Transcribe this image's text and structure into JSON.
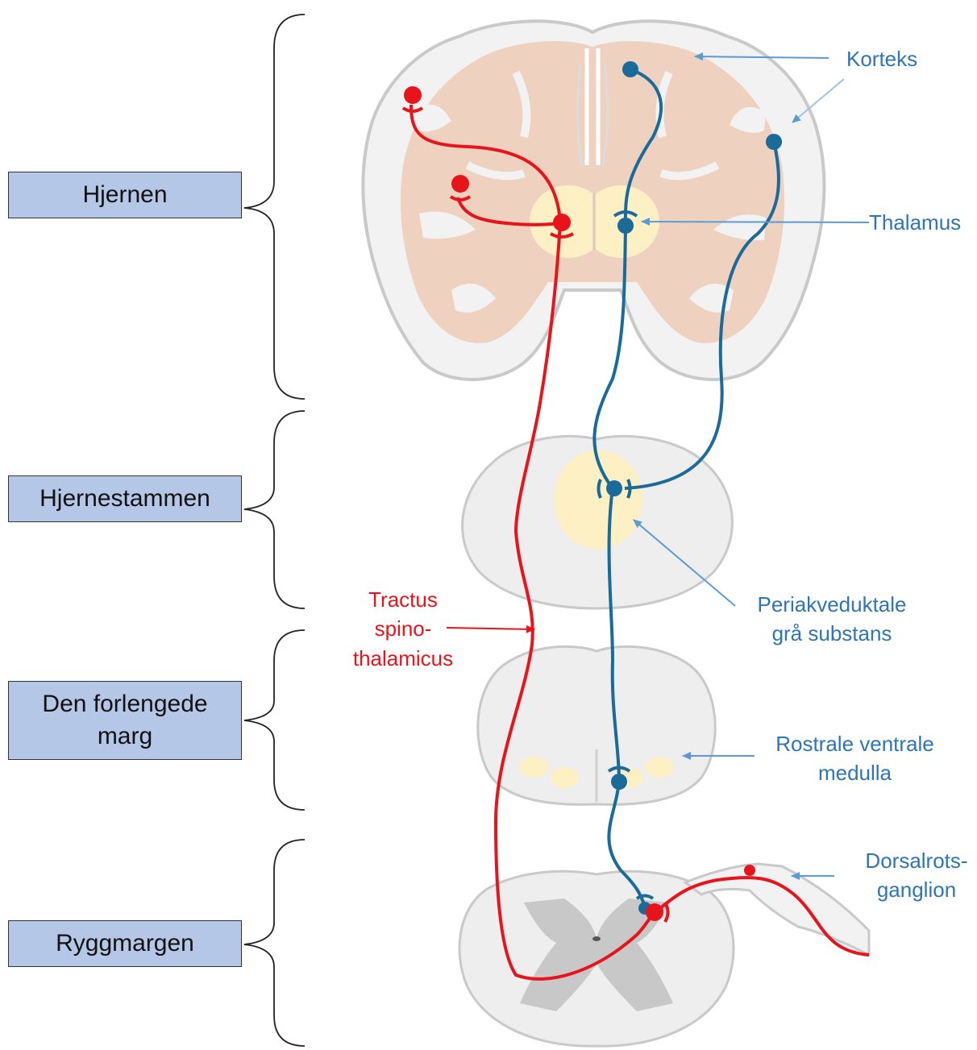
{
  "regions": {
    "brain": "Hjernen",
    "brainstem": "Hjernestammen",
    "medulla": "Den forlengede marg",
    "spinal_cord": "Ryggmargen"
  },
  "labels": {
    "cortex": "Korteks",
    "thalamus": "Thalamus",
    "pag_line1": "Periakveduktale",
    "pag_line2": "grå substans",
    "rvm_line1": "Rostrale ventrale",
    "rvm_line2": "medulla",
    "drg_line1": "Dorsalrots-",
    "drg_line2": "ganglion",
    "tract_line1": "Tractus",
    "tract_line2": "spino-",
    "tract_line3": "thalamicus"
  },
  "colors": {
    "ascending_pathway": "#e8141c",
    "descending_pathway": "#1a6a9a",
    "label_blue": "#2e75b6",
    "region_box": "#b4c7e7"
  }
}
